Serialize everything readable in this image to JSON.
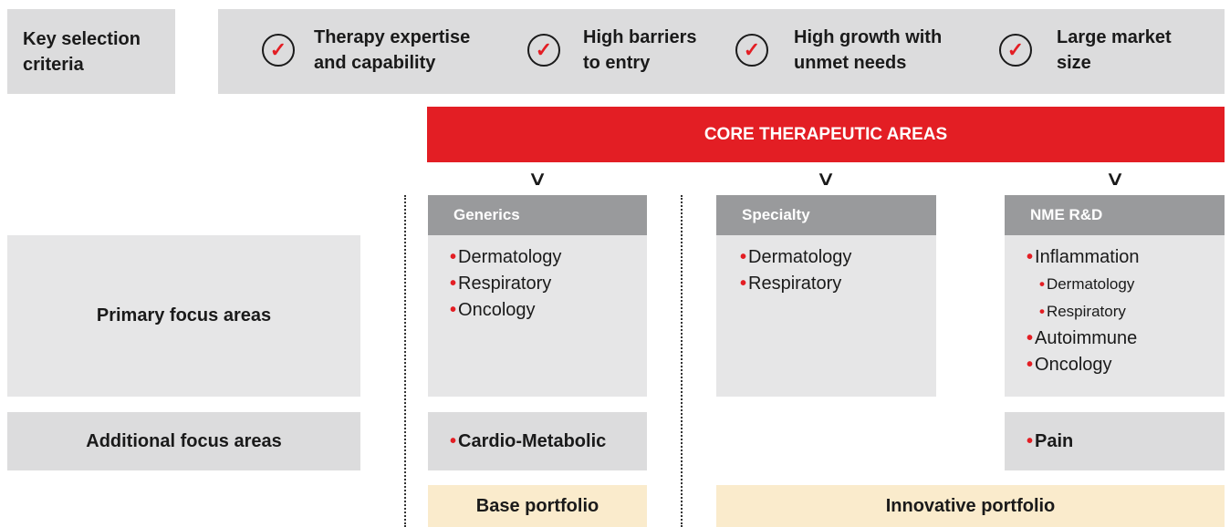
{
  "key_criteria": {
    "label": "Key selection criteria",
    "items": [
      {
        "line1": "Therapy expertise",
        "line2": "and capability"
      },
      {
        "line1": "High barriers",
        "line2": "to entry"
      },
      {
        "line1": "High growth with",
        "line2": "unmet needs"
      },
      {
        "line1": "Large market",
        "line2": "size"
      }
    ],
    "check_glyph": "✓"
  },
  "core_title": "CORE THERAPEUTIC AREAS",
  "rows": {
    "primary_label": "Primary focus areas",
    "additional_label": "Additional focus areas"
  },
  "columns": {
    "generics": {
      "title": "Generics",
      "items": [
        "Dermatology",
        "Respiratory",
        "Oncology"
      ],
      "additional": "Cardio-Metabolic"
    },
    "specialty": {
      "title": "Specialty",
      "items": [
        "Dermatology",
        "Respiratory"
      ]
    },
    "nme": {
      "title": "NME R&D",
      "items": [
        "Inflammation",
        "Dermatology",
        "Respiratory",
        "Autoimmune",
        "Oncology"
      ],
      "additional": "Pain"
    }
  },
  "portfolios": {
    "base": "Base portfolio",
    "innovative": "Innovative portfolio"
  },
  "colors": {
    "accent_red": "#e31e24",
    "header_grey": "#999a9c",
    "box_grey": "#dcdcdd",
    "portfolio_beige": "#faebcc"
  },
  "icons": {
    "check": "check-circle-icon",
    "chevron": "chevron-down-icon"
  }
}
